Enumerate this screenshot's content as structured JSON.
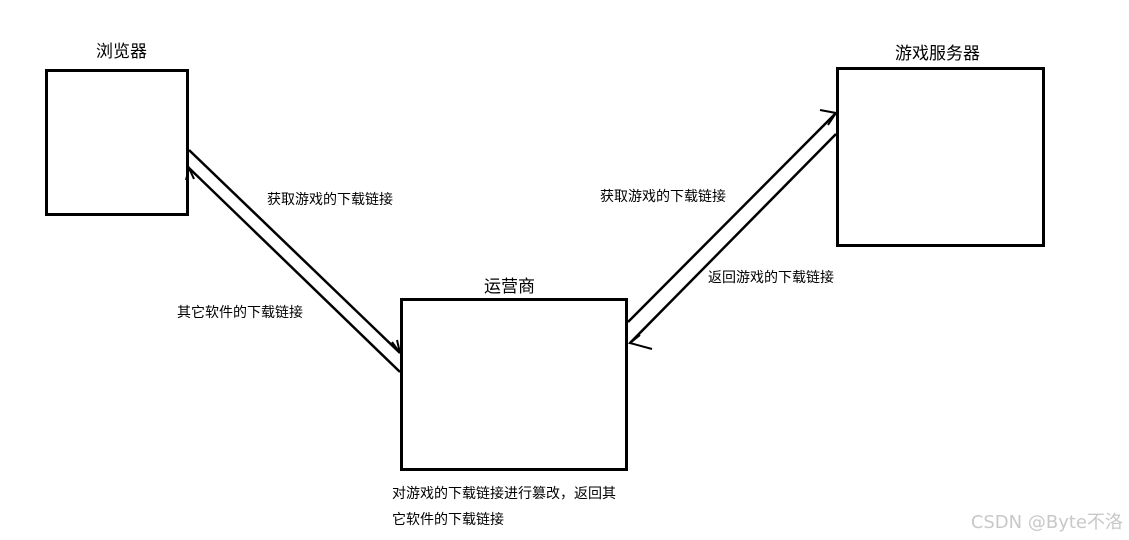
{
  "nodes": {
    "browser": {
      "title": "浏览器"
    },
    "game_server": {
      "title": "游戏服务器"
    },
    "carrier": {
      "title": "运营商"
    }
  },
  "edges": {
    "browser_to_carrier": "获取游戏的下载链接",
    "carrier_to_browser": "其它软件的下载链接",
    "carrier_to_server": "获取游戏的下载链接",
    "server_to_carrier": "返回游戏的下载链接"
  },
  "note": {
    "line1": "对游戏的下载链接进行篡改，返回其",
    "line2": "它软件的下载链接"
  },
  "watermark": "CSDN @Byte不洛"
}
